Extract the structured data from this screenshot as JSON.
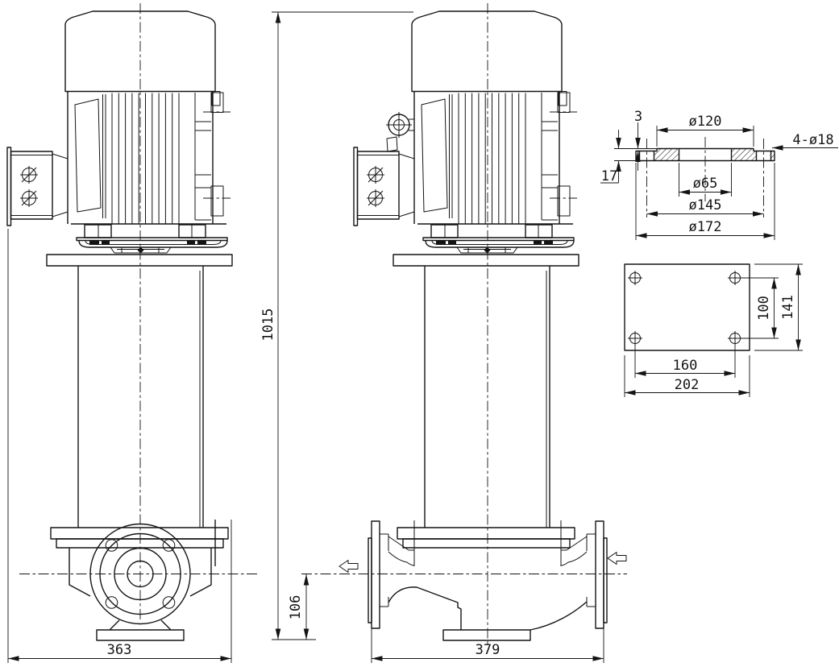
{
  "colors": {
    "line": "#141414",
    "background": "#ffffff"
  },
  "dims": {
    "front_width": "363",
    "side_width": "379",
    "overall_height": "1015",
    "port_center_height": "106",
    "flange_step": "3",
    "flange_thickness": "17",
    "flange_raised_face_dia": "ø120",
    "flange_bolt_holes": "4-ø18",
    "flange_bore_dia": "ø65",
    "flange_bolt_circle_dia": "ø145",
    "flange_outer_dia": "ø172",
    "base_hole_pitch_y": "100",
    "base_depth": "141",
    "base_hole_pitch_x": "160",
    "base_width": "202"
  }
}
